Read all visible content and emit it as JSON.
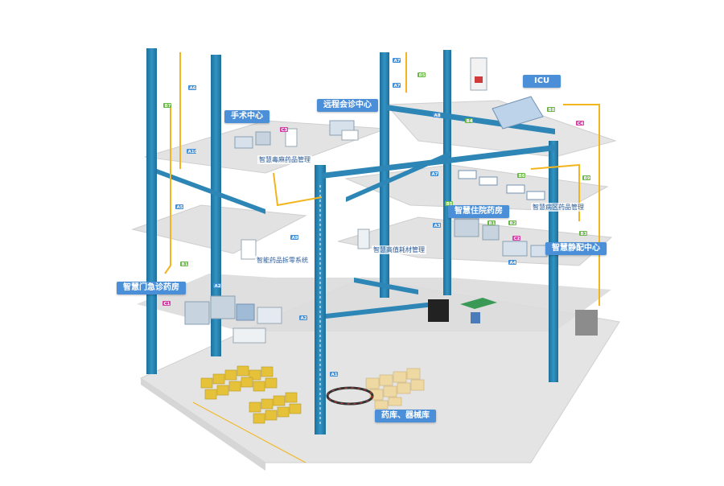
{
  "callouts": {
    "or": "手术中心",
    "remote": "远程会诊中心",
    "icu": "ICU",
    "outpatient": "智慧门急诊药房",
    "inpatient": "智慧住院药房",
    "pivas": "智慧静配中心",
    "warehouse": "药库、器械库"
  },
  "labels": {
    "narcotic": "智慧毒麻药品管理",
    "split": "智能药品拆零系统",
    "hvc": "智慧高值耗材管理",
    "ward": "智慧病区药品管理"
  },
  "station_tags": {
    "A1": "A1",
    "A2a": "A2",
    "A2b": "A2",
    "A3": "A3",
    "A4": "A4",
    "A5": "A5",
    "A6": "A6",
    "A7a": "A7",
    "A7b": "A7",
    "A7c": "A7",
    "A8": "A8",
    "A9": "A9",
    "A10": "A10",
    "B1a": "B1",
    "B1b": "B1",
    "B2": "B2",
    "B3": "B3",
    "B4": "B4",
    "B5a": "B5",
    "B5b": "B5",
    "B6": "B6",
    "B7": "B7",
    "B8": "B8",
    "B9": "B9",
    "C1": "C1",
    "C2": "C2",
    "C3": "C3",
    "C4": "C4"
  },
  "colors": {
    "pillar": "#2d86b5",
    "pillar_dark": "#1d6a93",
    "pipe_yellow": "#f2b51d",
    "floor": "#e9e9e9",
    "floor_edge": "#cfcfcf",
    "callout": "#4a8fd8",
    "tag_blue": "#3f8fd9",
    "tag_green": "#68b845",
    "tag_pink": "#d83aa8",
    "crate": "#e6c23a",
    "box": "#efd9a2"
  },
  "icons": {
    "pill_dispenser": "pharmacy-machine-icon",
    "robot_arm": "robot-arm-icon",
    "hospital_bed": "hospital-bed-icon",
    "conveyor": "conveyor-icon"
  }
}
